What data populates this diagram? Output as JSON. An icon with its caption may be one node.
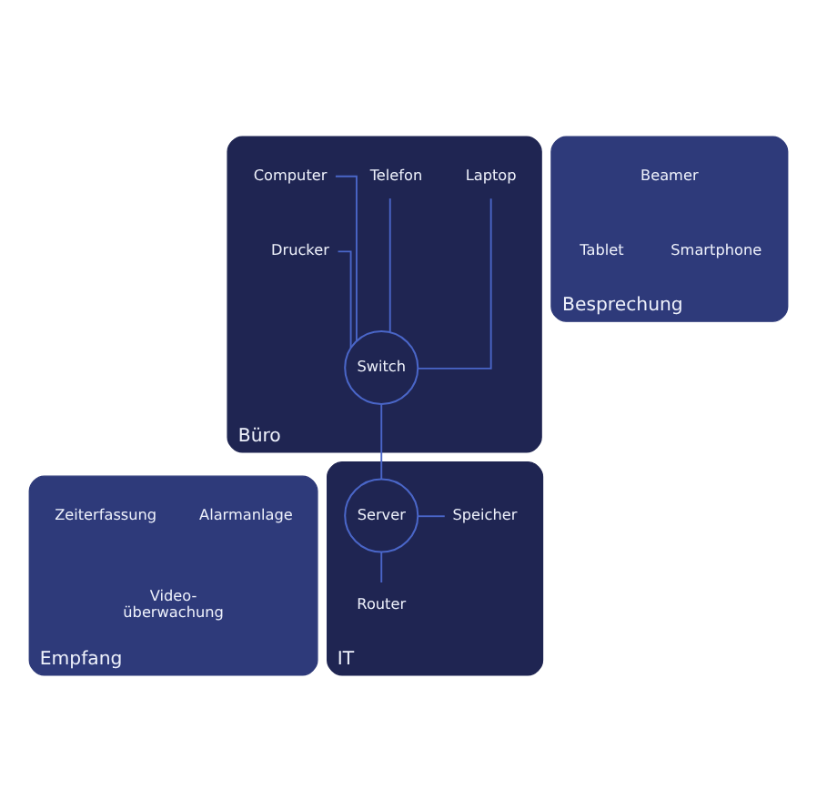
{
  "diagram": {
    "nodes": [
      {
        "text": [
          "Büro"
        ]
      },
      {
        "text": [
          "Laptop"
        ],
        "in": 0
      },
      {
        "text": [
          "Computer"
        ],
        "in": 0
      },
      {
        "text": [
          "Telefon"
        ],
        "in": 0
      },
      {
        "text": [
          "Drucker"
        ],
        "in": 0
      },
      {
        "text": [
          "Switch"
        ],
        "in": 0
      },
      {
        "text": [
          "Besprechung"
        ]
      },
      {
        "text": [
          "Beamer"
        ],
        "in": 6
      },
      {
        "text": [
          "Tablet"
        ],
        "in": 6
      },
      {
        "text": [
          "Smartphone"
        ],
        "in": 6
      },
      {
        "text": [
          "Empfang"
        ]
      },
      {
        "text": [
          "Alarmanlage"
        ],
        "in": 10
      },
      {
        "text": [
          "Zeiterfassung"
        ],
        "in": 10
      },
      {
        "text": [
          "Video- überwachung"
        ],
        "in": 10
      },
      {
        "text": [
          "IT"
        ]
      },
      {
        "text": [
          "Server"
        ],
        "in": 14
      },
      {
        "text": [
          "Speicher"
        ],
        "in": 14
      },
      {
        "text": [
          "Router"
        ],
        "in": 14
      }
    ],
    "edges": [
      {
        "from": 1,
        "to": 5,
        "arrow": "none"
      },
      {
        "from": 2,
        "to": 5,
        "arrow": "none"
      },
      {
        "from": 3,
        "to": 5,
        "arrow": "none"
      },
      {
        "from": 4,
        "to": 5,
        "arrow": "none"
      },
      {
        "from": 5,
        "to": 15,
        "arrow": "none"
      },
      {
        "from": 15,
        "to": 16,
        "arrow": "none"
      },
      {
        "from": 15,
        "to": 17,
        "arrow": "none"
      }
    ]
  }
}
